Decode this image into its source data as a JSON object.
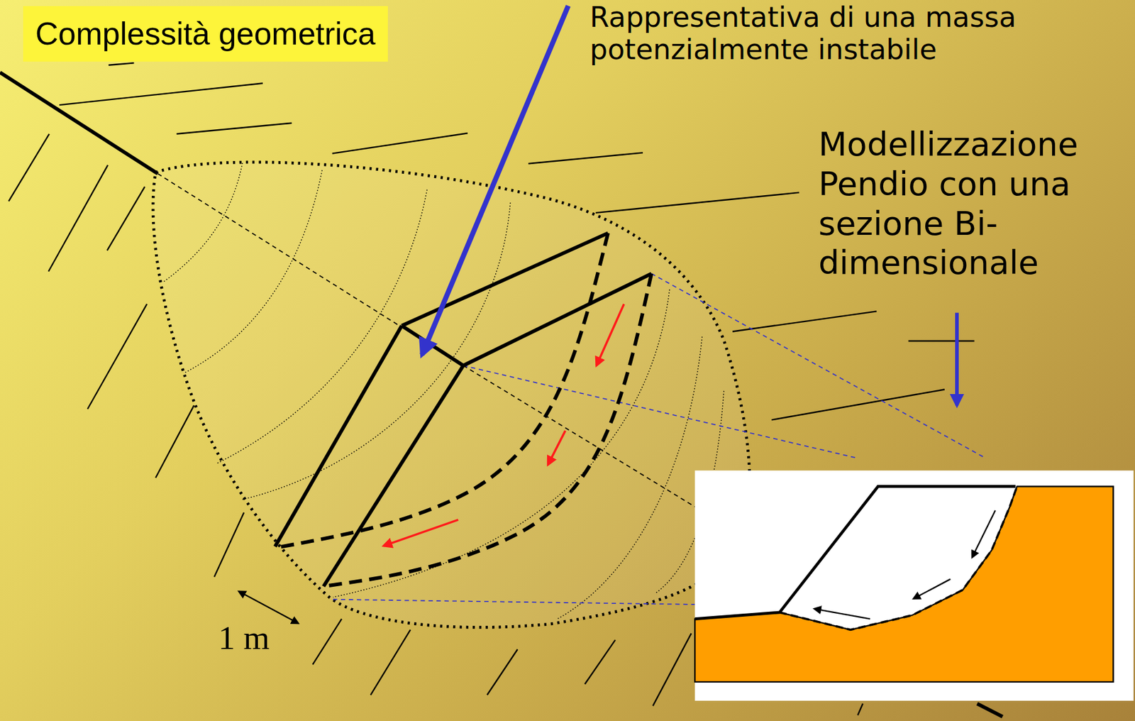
{
  "diagram": {
    "nodes": [
      {
        "text": [
          "Complessità geometrica"
        ]
      }
    ],
    "labels": [
      "Rappresentativa di una massa potenzialmente instabile",
      "Modellizzazione Pendio con una sezione Bi-dimensionale",
      "1 m"
    ]
  }
}
